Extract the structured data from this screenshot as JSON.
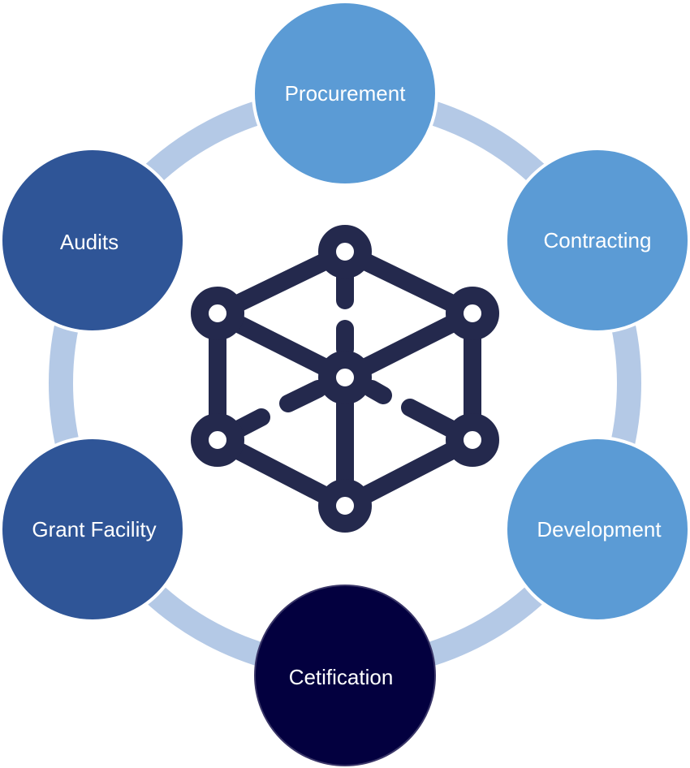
{
  "diagram": {
    "colors": {
      "ring": "#b4c9e6",
      "light_node": "#5b9bd5",
      "dark_node": "#2f5597",
      "darkest_node": "#03003f",
      "node_border": "#ffffff",
      "icon": "#24294d",
      "label_text": "#ffffff"
    },
    "center_icon": "network-cube-icon",
    "nodes": [
      {
        "id": "procurement",
        "label": "Procurement",
        "tone": "light"
      },
      {
        "id": "contracting",
        "label": "Contracting",
        "tone": "light"
      },
      {
        "id": "development",
        "label": "Development",
        "tone": "light"
      },
      {
        "id": "cetification",
        "label": "Cetification",
        "tone": "darkest"
      },
      {
        "id": "grant-facility",
        "label": "Grant Facility",
        "tone": "dark"
      },
      {
        "id": "audits",
        "label": "Audits",
        "tone": "dark"
      }
    ]
  }
}
